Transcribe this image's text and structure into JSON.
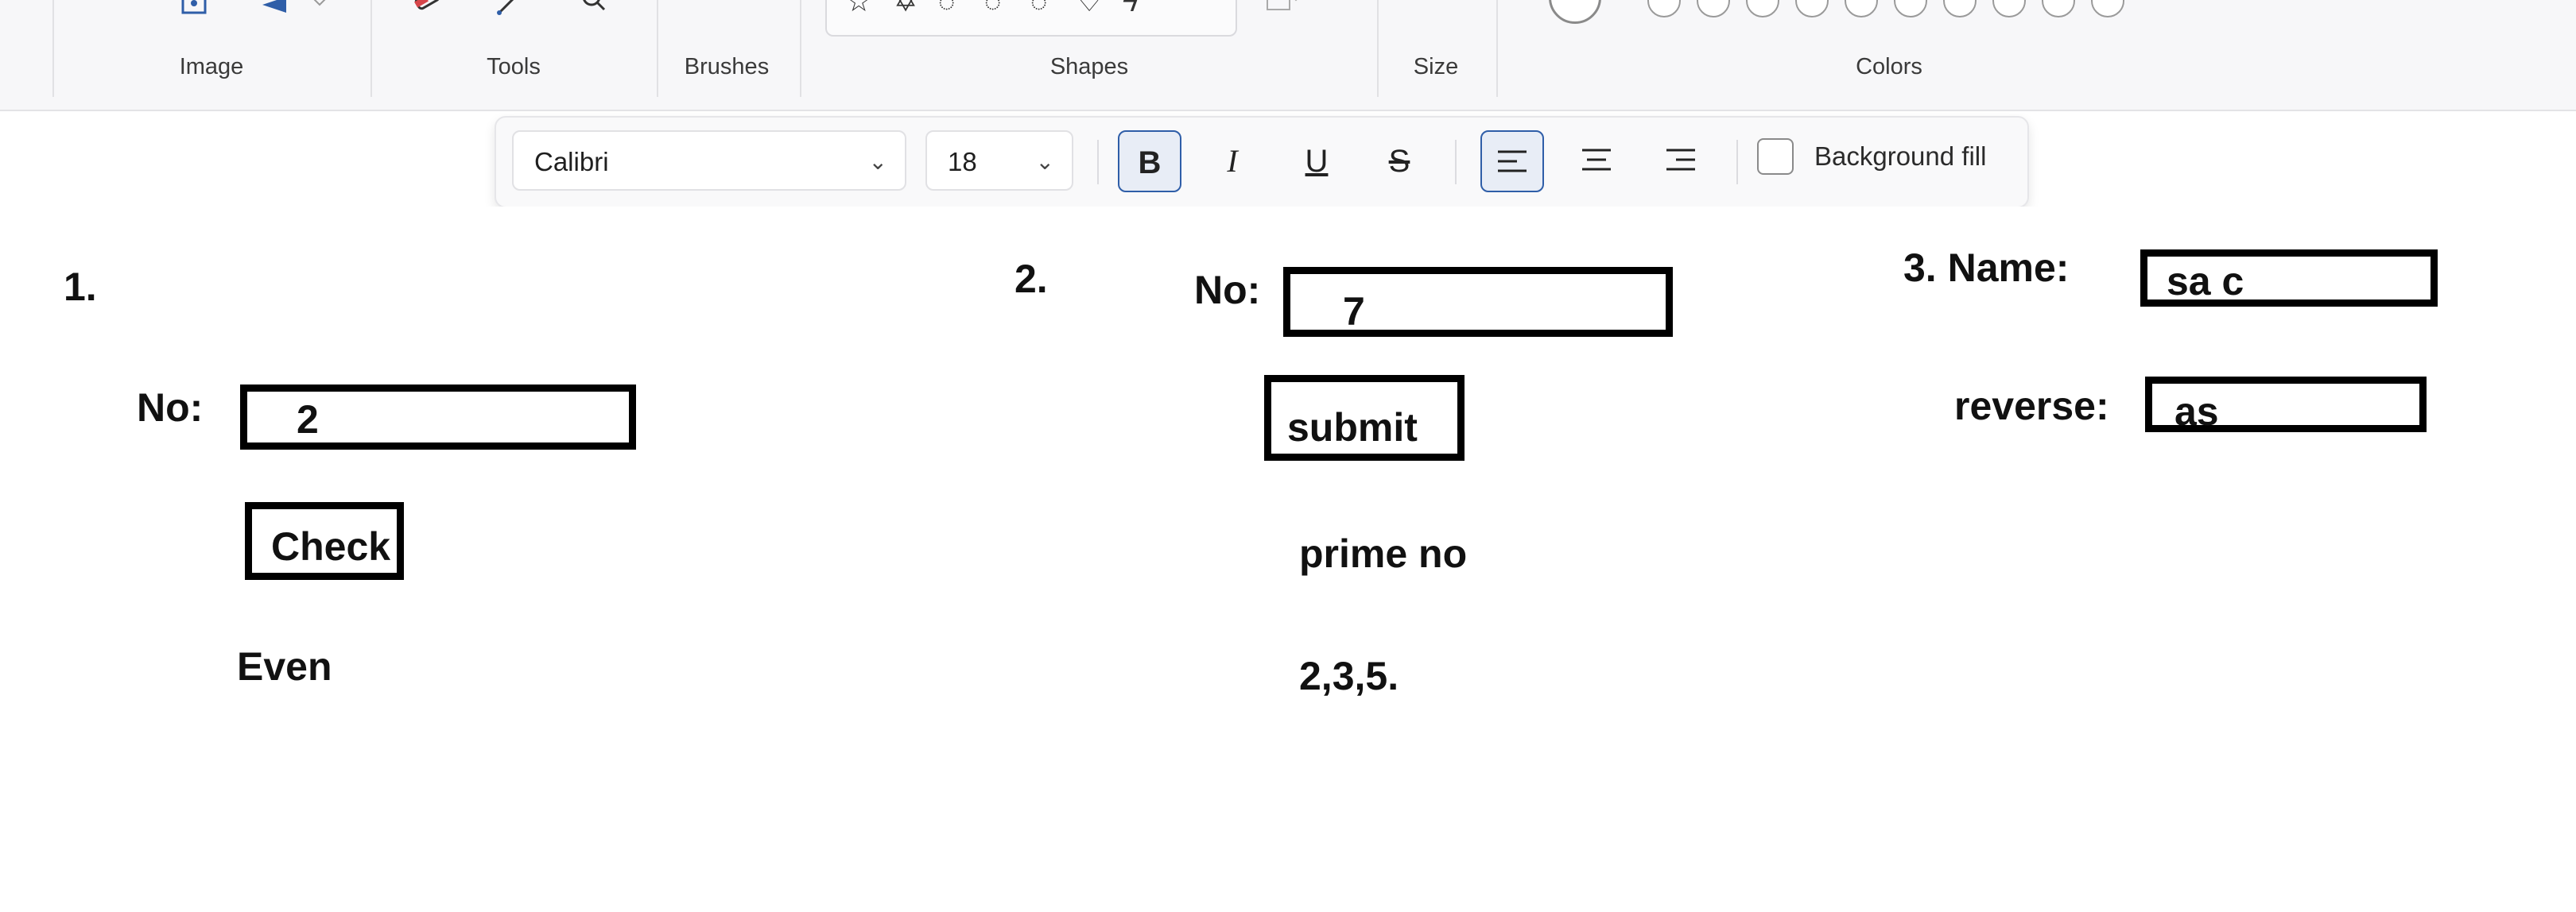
{
  "ribbon": {
    "groups": {
      "image": "Image",
      "tools": "Tools",
      "brushes": "Brushes",
      "shapes": "Shapes",
      "size": "Size",
      "colors": "Colors"
    },
    "icons": [
      "image-select-icon",
      "rotate-icon",
      "eraser-icon",
      "color-picker-icon",
      "magnifier-icon",
      "star-shape-icon",
      "callout-shape-icon",
      "heart-shape-icon",
      "shape-outline-icon"
    ]
  },
  "text_toolbar": {
    "font": "Calibri",
    "font_size": "18",
    "bold": "B",
    "italic": "I",
    "underline": "U",
    "strikethrough": "S",
    "background_fill_label": "Background fill",
    "bold_active": true,
    "align_left_active": true
  },
  "canvas": {
    "q1": {
      "number": "1.",
      "no_label": "No:",
      "no_value": "2",
      "button": "Check",
      "result": "Even"
    },
    "q2": {
      "number": "2.",
      "no_label": "No:",
      "no_value": "7",
      "button": "submit",
      "result_label": "prime no",
      "result_value": "2,3,5."
    },
    "q3": {
      "name_label": "3. Name:",
      "name_value": "sa c",
      "reverse_label": "reverse:",
      "reverse_value": "as"
    }
  },
  "colors": {
    "accent": "#2f5ea8",
    "toolbar_bg": "#f9f9fa",
    "ribbon_bg": "#f7f7f9"
  }
}
